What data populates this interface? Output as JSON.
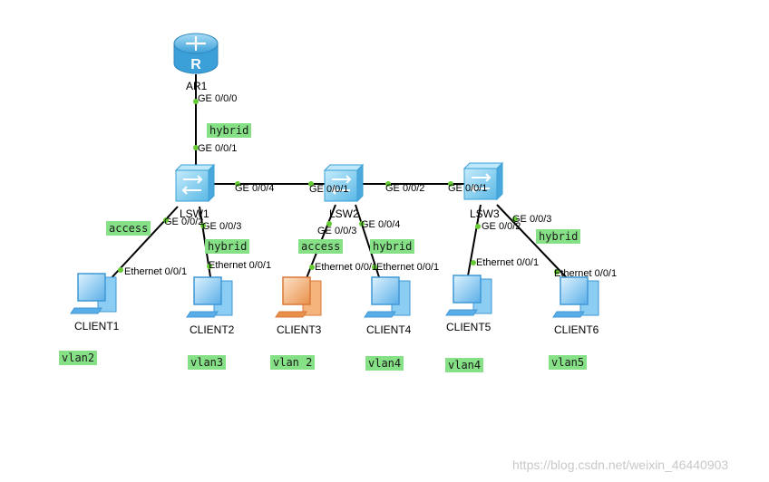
{
  "nodes": {
    "ar1": "AR1",
    "lsw1": "LSW1",
    "lsw2": "LSW2",
    "lsw3": "LSW3",
    "client1": "CLIENT1",
    "client2": "CLIENT2",
    "client3": "CLIENT3",
    "client4": "CLIENT4",
    "client5": "CLIENT5",
    "client6": "CLIENT6"
  },
  "ports": {
    "ar1_ge000": "GE 0/0/0",
    "lsw1_ge001": "GE 0/0/1",
    "lsw1_ge004": "GE 0/0/4",
    "lsw1_ge002": "GE 0/0/2",
    "lsw1_ge003": "GE 0/0/3",
    "lsw2_ge001": "GE 0/0/1",
    "lsw2_ge002": "GE 0/0/2",
    "lsw2_ge003": "GE 0/0/3",
    "lsw2_ge004": "GE 0/0/4",
    "lsw3_ge001": "GE 0/0/1",
    "lsw3_ge002": "GE 0/0/2",
    "lsw3_ge003": "GE 0/0/3",
    "c1_eth": "Ethernet 0/0/1",
    "c2_eth": "Ethernet 0/0/1",
    "c3_eth": "Ethernet 0/0/1",
    "c4_eth": "Ethernet 0/0/1",
    "c5_eth": "Ethernet 0/0/1",
    "c6_eth": "Ethernet 0/0/1"
  },
  "modes": {
    "uplink": "hybrid",
    "lsw1_access": "access",
    "lsw1_hybrid": "hybrid",
    "lsw2_access": "access",
    "lsw2_hybrid": "hybrid",
    "lsw3_hybrid": "hybrid"
  },
  "vlans": {
    "client1": "vlan2",
    "client2": "vlan3",
    "client3": "vlan 2",
    "client4": "vlan4",
    "client5": "vlan4",
    "client6": "vlan5"
  },
  "watermark": "https://blog.csdn.net/weixin_46440903",
  "colors": {
    "router": "#5fb8e8",
    "switch": "#7fd0f5",
    "client": "#6ab9ef",
    "client_highlight": "#f0a060",
    "link": "#000000",
    "port_dot": "#66cc33",
    "tag_bg": "#86e086"
  }
}
